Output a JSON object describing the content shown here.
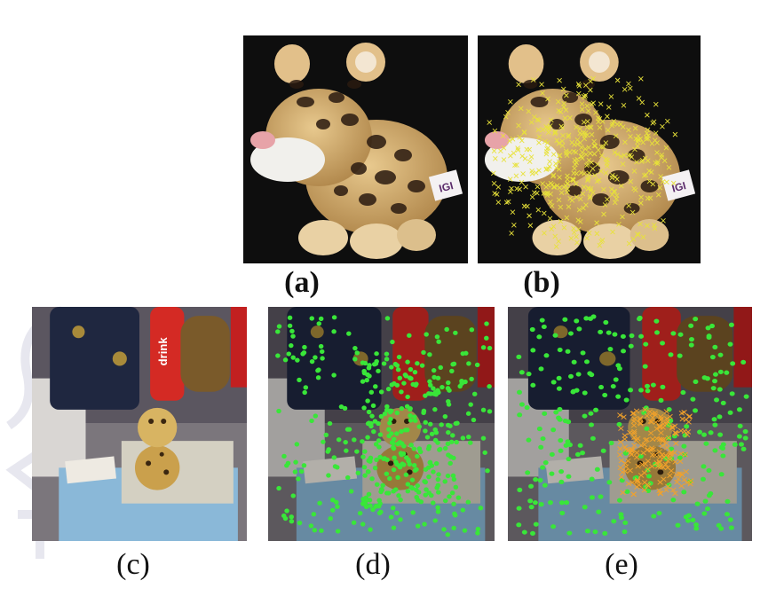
{
  "figure": {
    "panels": [
      {
        "id": "a",
        "label": "(a)"
      },
      {
        "id": "b",
        "label": "(b)"
      },
      {
        "id": "c",
        "label": "(c)"
      },
      {
        "id": "d",
        "label": "(d)"
      },
      {
        "id": "e",
        "label": "(e)"
      }
    ],
    "objects": {
      "bottle_label": "drink",
      "tag_label": "IGI"
    },
    "colors": {
      "yellow_marker": "#e8e23a",
      "green_marker": "#39e639",
      "orange_marker": "#f2a22a"
    }
  }
}
